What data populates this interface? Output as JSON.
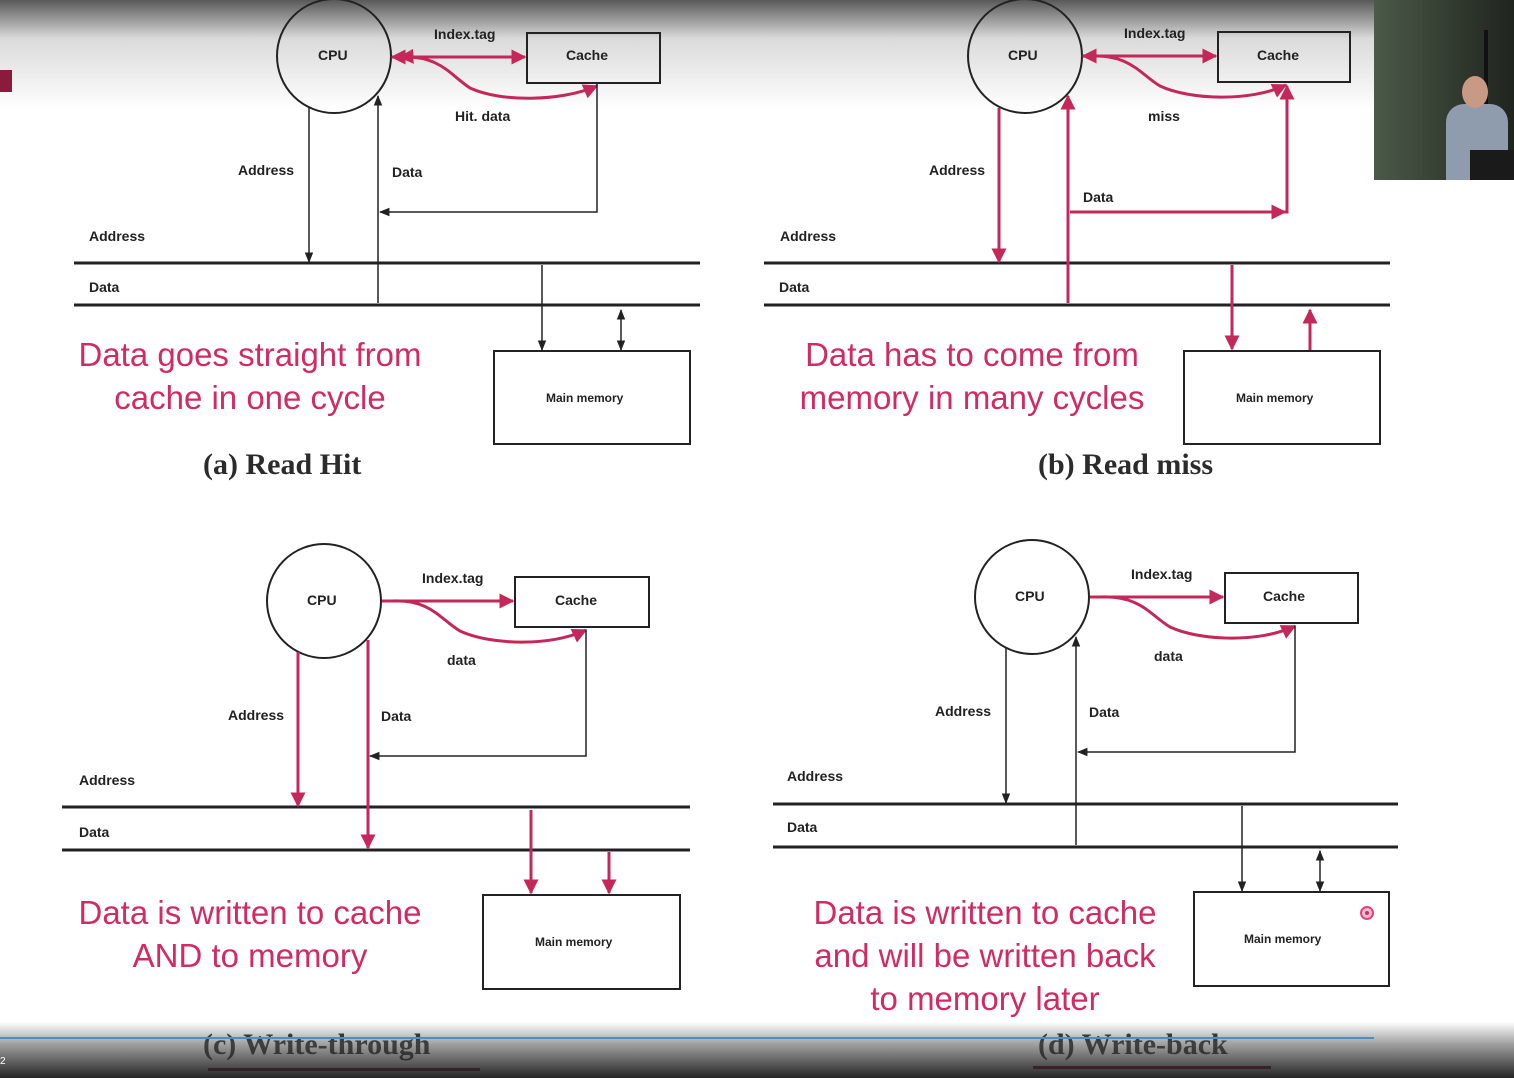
{
  "colors": {
    "accent": "#d22b63",
    "line": "#222222",
    "brand": "#8b1a3c"
  },
  "panels": [
    {
      "id": "a",
      "caption": "(a) Read Hit",
      "note_lines": [
        "Data goes straight from",
        "cache in one cycle"
      ],
      "labels": {
        "cpu": "CPU",
        "cache": "Cache",
        "index_tag": "Index.tag",
        "curve": "Hit. data",
        "address_v": "Address",
        "data_v": "Data",
        "address_bus": "Address",
        "data_bus": "Data",
        "memory": "Main memory"
      }
    },
    {
      "id": "b",
      "caption": "(b) Read miss",
      "note_lines": [
        "Data has to come from",
        "memory in many cycles"
      ],
      "labels": {
        "cpu": "CPU",
        "cache": "Cache",
        "index_tag": "Index.tag",
        "curve": "miss",
        "address_v": "Address",
        "data_v": "Data",
        "address_bus": "Address",
        "data_bus": "Data",
        "memory": "Main memory"
      }
    },
    {
      "id": "c",
      "caption": "(c) Write-through",
      "note_lines": [
        "Data is written to cache",
        "AND to memory"
      ],
      "labels": {
        "cpu": "CPU",
        "cache": "Cache",
        "index_tag": "Index.tag",
        "curve": "data",
        "address_v": "Address",
        "data_v": "Data",
        "address_bus": "Address",
        "data_bus": "Data",
        "memory": "Main memory"
      }
    },
    {
      "id": "d",
      "caption": "(d) Write-back",
      "note_lines": [
        "Data is written to cache",
        "and will be written back",
        "to memory later"
      ],
      "labels": {
        "cpu": "CPU",
        "cache": "Cache",
        "index_tag": "Index.tag",
        "curve": "data",
        "address_v": "Address",
        "data_v": "Data",
        "address_bus": "Address",
        "data_bus": "Data",
        "memory": "Main memory"
      }
    }
  ],
  "slide_number": "2"
}
